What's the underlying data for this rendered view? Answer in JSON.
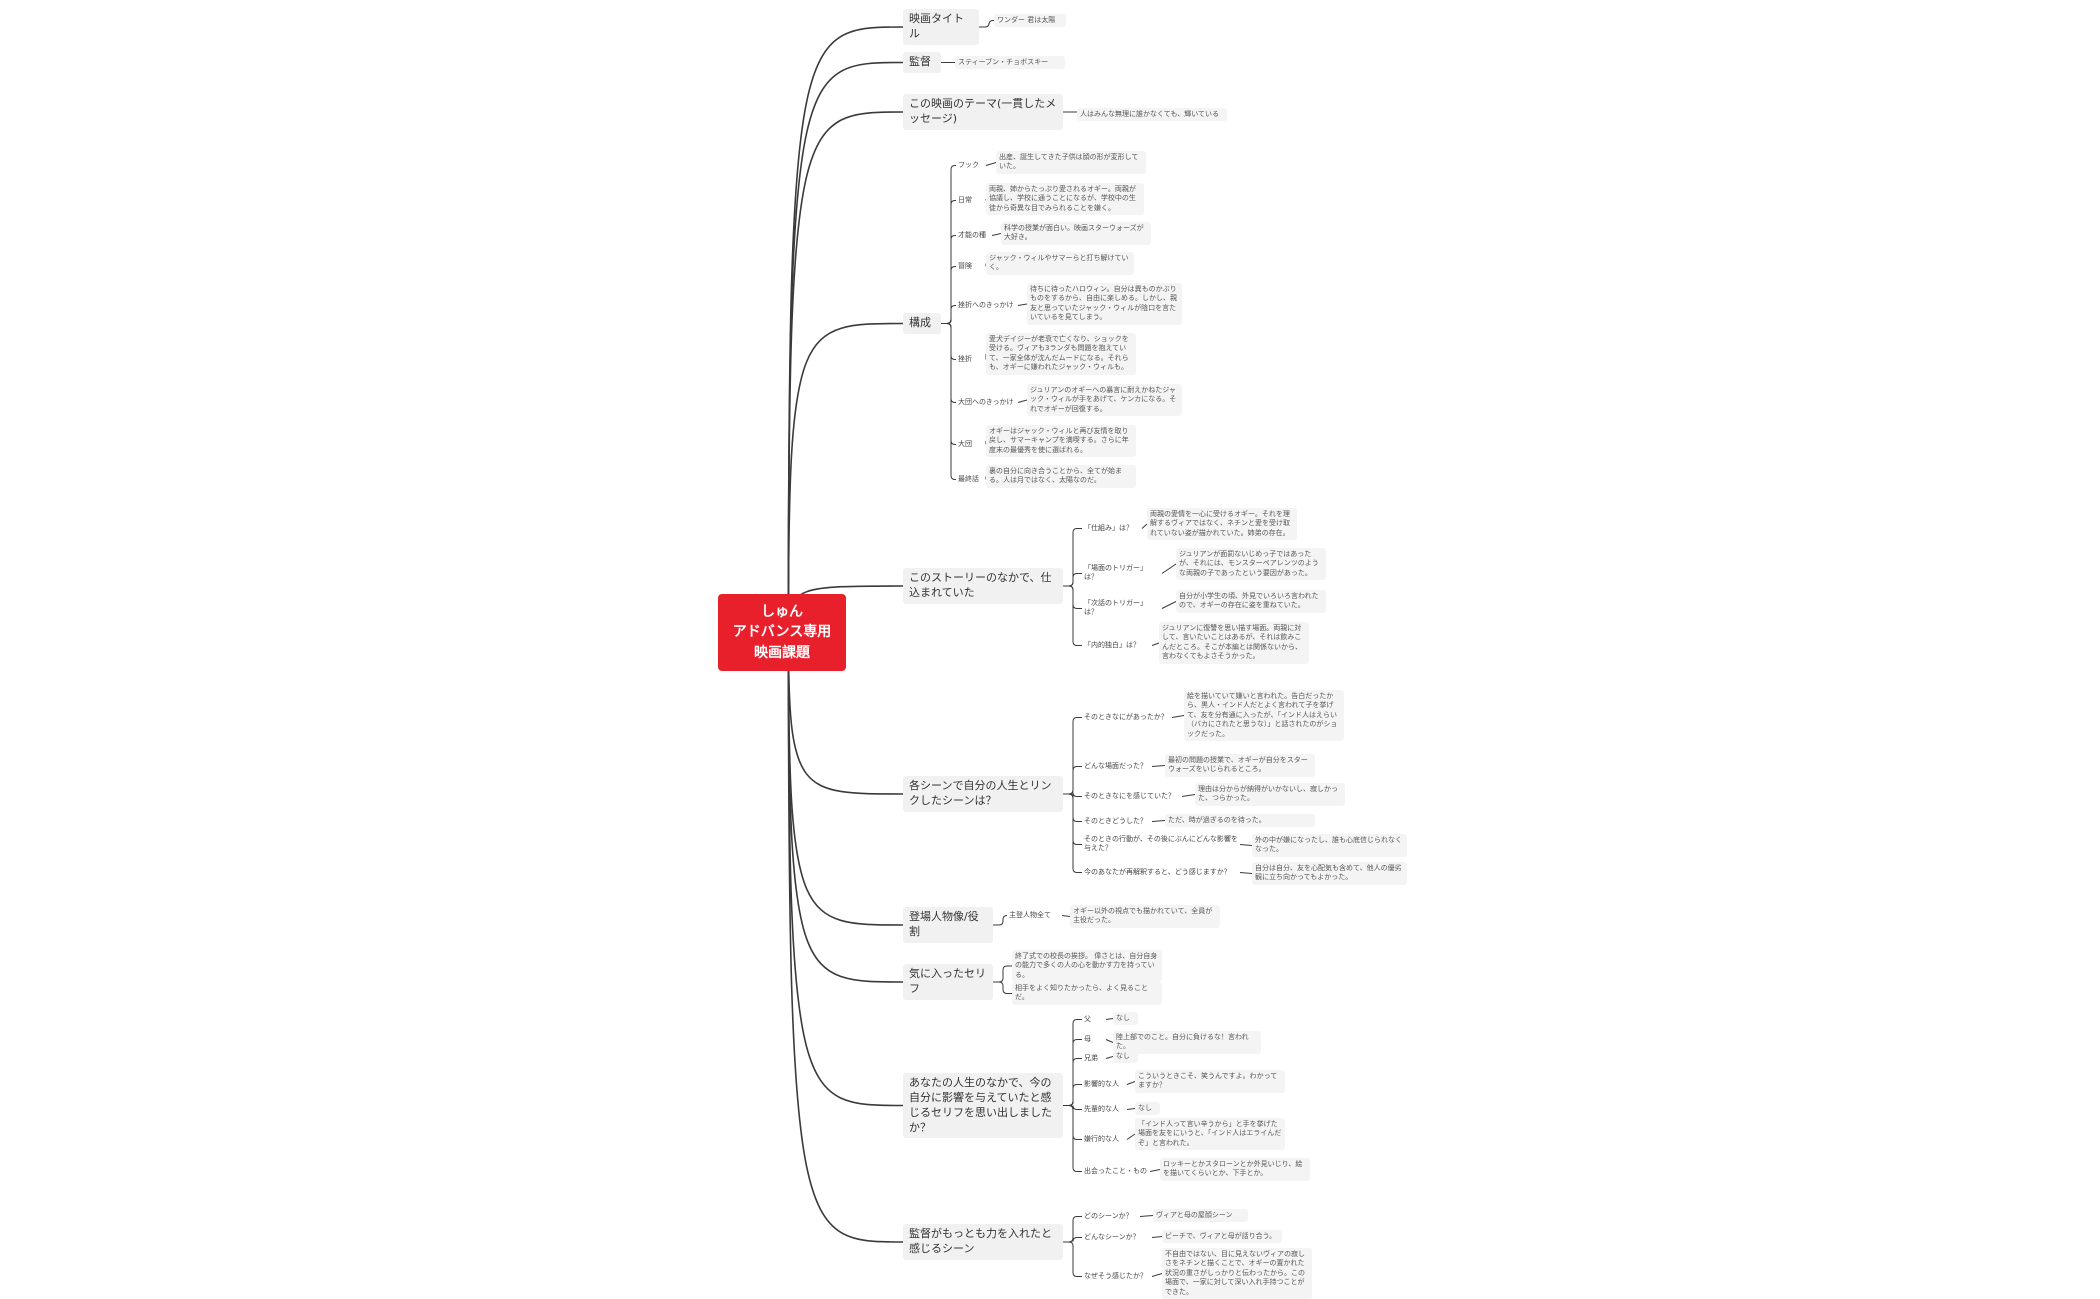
{
  "central": {
    "text": "しゅん\nアドバンス専用\n映画課題",
    "color": "#e8202c"
  },
  "branches": [
    {
      "id": "b0",
      "label": "映画タイトル",
      "children": [
        {
          "id": "b0c0",
          "value": "ワンダー 君は太陽"
        }
      ]
    },
    {
      "id": "b1",
      "label": "監督",
      "children": [
        {
          "id": "b1c0",
          "value": "スティーブン・チョボスキー"
        }
      ]
    },
    {
      "id": "b2",
      "label": "この映画のテーマ(一貫したメッセージ)",
      "children": [
        {
          "id": "b2c0",
          "value": "人はみんな無理に誰かなくても、輝いている"
        }
      ]
    },
    {
      "id": "b3",
      "label": "構成",
      "children": [
        {
          "id": "b3c0",
          "label": "フック",
          "value": "出産、誕生してきた子供は顔の形が変形していた。"
        },
        {
          "id": "b3c1",
          "label": "日常",
          "value": "両親、姉からたっぷり愛されるオギー。両親が協議し、学校に通うことになるが、学校中の生徒から奇異な目でみられることを嫌く。"
        },
        {
          "id": "b3c2",
          "label": "才能の種",
          "value": "科学の授業が面白い。映画スターウォーズが大好き。"
        },
        {
          "id": "b3c3",
          "label": "冒険",
          "value": "ジャック・ウィルやサマーらと打ち解けていく。"
        },
        {
          "id": "b3c4",
          "label": "挫折へのきっかけ",
          "value": "待ちに待ったハロウィン。自分は異ものかぶりものをするから、自由に楽しめる。しかし、親友と思っていたジャック・ウィルが陰口を言たいているを見てしまう。"
        },
        {
          "id": "b3c5",
          "label": "挫折",
          "value": "愛犬デイジーが老衰で亡くなり、ショックを受ける。ヴィアも3ランダも問題を抱えていて、一家全体が沈んだムードになる。それらも、オギーに嫌われたジャック・ウィルも。"
        },
        {
          "id": "b3c6",
          "label": "大団へのきっかけ",
          "value": "ジュリアンのオギーへの暴言に耐えかねたジャック・ウィルが手をあげて、ケンカになる。それでオギーが回復する。"
        },
        {
          "id": "b3c7",
          "label": "大団",
          "value": "オギーはジャック・ウィルと再び友情を取り戻し、サマーキャンプを満喫する。さらに年度末の最優秀を使に選ばれる。"
        },
        {
          "id": "b3c8",
          "label": "最終話",
          "value": "裏の自分に向き合うことから、全てが始まる。人は月ではなく、太陽なのだ。"
        }
      ]
    },
    {
      "id": "b4",
      "label": "このストーリーのなかで、仕込まれていた",
      "children": [
        {
          "id": "b4c0",
          "label": "「仕組み」は？",
          "value": "両親の愛情を一心に受けるオギー。それを理解するヴィアではなく、ネチンと愛を受け取れていない姿が描かれていた。姉弟の存在。"
        },
        {
          "id": "b4c1",
          "label": "「場面のトリガー」は？",
          "value": "ジュリアンが面罰ないじめっ子ではあったが、それには、モンスターペアレンツのような両親の子であったという要因があった。"
        },
        {
          "id": "b4c2",
          "label": "「次話のトリガー」は？",
          "value": "自分が小学生の頃、外見でいろいろ言われたので、オギーの存在に姿を重ねていた。"
        },
        {
          "id": "b4c3",
          "label": "「内的独白」は？",
          "value": "ジュリアンに復讐を思い描す場面。両親に対して、言いたいことはあるが、それは飲みこんだところ。そこが本編とは関係ないから、言わなくてもよさそうかった。"
        }
      ]
    },
    {
      "id": "b5",
      "label": "各シーンで自分の人生とリンクしたシーンは？",
      "children": [
        {
          "id": "b5c0",
          "label": "そのときなにがあったか？",
          "value": "絵を描いていて嫌いと言われた。告白だったから、黒人・インド人だとよく言われて子を挙げて、友を分有通に入ったが、「インド人はえらい（バカにされたと思うな）」と話されたのがショックだった。"
        },
        {
          "id": "b5c1",
          "label": "どんな場面だった？",
          "value": "最初の問題の授業で、オギーが自分をスターウォーズをいじられるところ。"
        },
        {
          "id": "b5c2",
          "label": "そのときなにを感じていた？",
          "value": "理由は分からが納得がいかないし、寂しかった、つらかった。"
        },
        {
          "id": "b5c3",
          "label": "そのときどうした？",
          "value": "ただ、時が過ぎるのを待った。"
        },
        {
          "id": "b5c4",
          "label": "そのときの行動が、その後にぶんにどんな影響を与えた？",
          "value": "外の中が嫌になったし、誰も心底信じられなくなった。"
        },
        {
          "id": "b5c5",
          "label": "今のあなたが再解釈すると、どう感じますか？",
          "value": "自分は自分、友を心配気も含めて、他人の優劣観に立ち向かってもよかった。"
        }
      ]
    },
    {
      "id": "b6",
      "label": "登場人物像/役割",
      "children": [
        {
          "id": "b6c0",
          "label": "主登人物全て",
          "value": "オギー以外の視点でも描かれていて、全員が主役だった。"
        }
      ]
    },
    {
      "id": "b7",
      "label": "気に入ったセリフ",
      "children": [
        {
          "id": "b7c0",
          "value": "終了式での校長の挨拶。 偉さとは、自分自身の能力で多くの人の心を動かす力を持っている。"
        },
        {
          "id": "b7c1",
          "value": "相手をよく知りたかったら、よく見ることだ。"
        }
      ]
    },
    {
      "id": "b8",
      "label": "あなたの人生のなかで、今の自分に影響を与えていたと感じるセリフを思い出しましたか？",
      "children": [
        {
          "id": "b8c0",
          "label": "父",
          "value": "なし"
        },
        {
          "id": "b8c1",
          "label": "母",
          "value": "陸上部でのこと。自分に負けるな！言われた。"
        },
        {
          "id": "b8c2",
          "label": "兄弟",
          "value": "なし"
        },
        {
          "id": "b8c3",
          "label": "影響的な人",
          "value": "こういうときこそ、笑うんですよ。わかってますか？"
        },
        {
          "id": "b8c4",
          "label": "先輩的な人",
          "value": "なし"
        },
        {
          "id": "b8c5",
          "label": "嫌行的な人",
          "value": "「インド人って言い辛うから」と手を挙げた場面を友をにいうと、「インド人はエライんだぞ」と言われた。"
        },
        {
          "id": "b8c6",
          "label": "出会ったこと・もの",
          "value": "ロッキーとかスタローンとか外見いじり、絵を描いてくらいとか、下手とか。"
        }
      ]
    },
    {
      "id": "b9",
      "label": "監督がもっとも力を入れたと感じるシーン",
      "children": [
        {
          "id": "b9c0",
          "label": "どのシーンか？",
          "value": "ヴィアと母の屋顔シーン"
        },
        {
          "id": "b9c1",
          "label": "どんなシーンか？",
          "value": "ビーチで、ヴィアと母が話り合う。"
        },
        {
          "id": "b9c2",
          "label": "なぜそう感じたか？",
          "value": "不自由ではない、目に見えないヴィアの寂しさをネチンと描くことで、オギーの置かれた状況の重さがしっかりと伝わったから。この場面で、一家に対して深い入れ手持つことができた。"
        }
      ]
    }
  ]
}
